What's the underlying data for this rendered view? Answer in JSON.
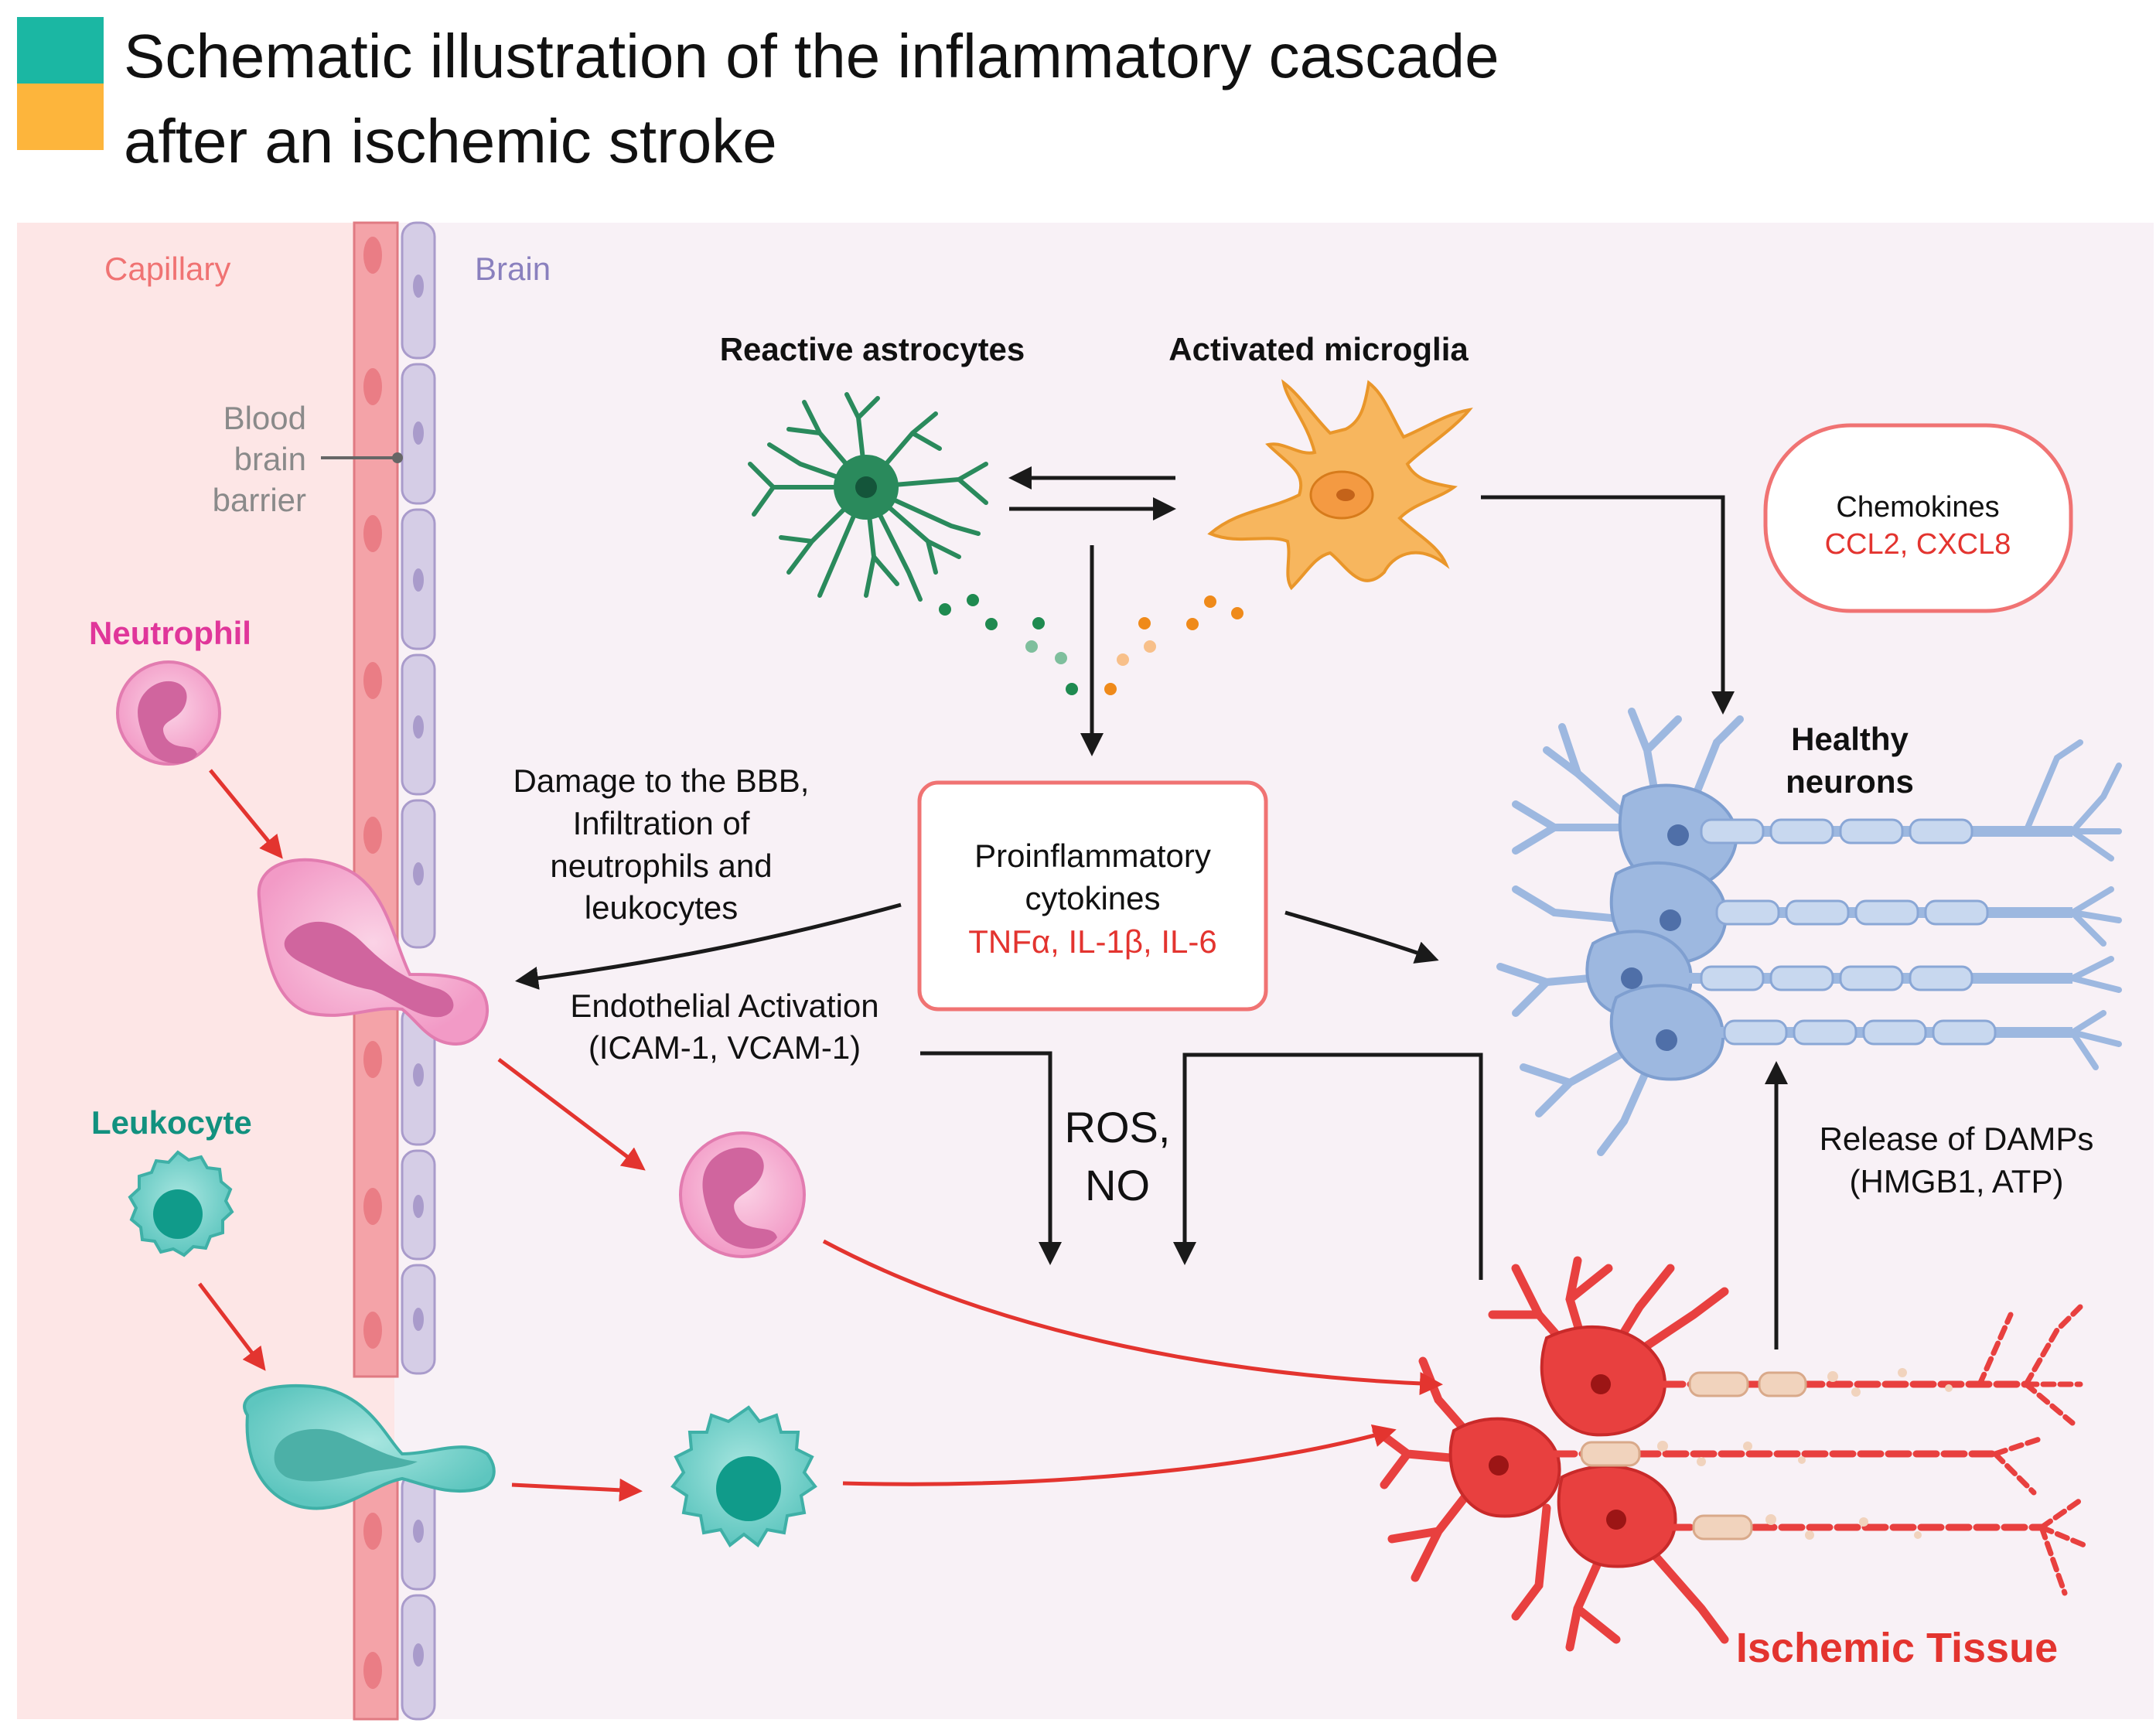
{
  "title": {
    "line1": "Schematic illustration of the inflammatory cascade",
    "line2": "after an ischemic stroke"
  },
  "colors": {
    "title_teal": "#1bb7a3",
    "title_orange": "#fdb53c",
    "capillary_bg": "#fde6e6",
    "brain_bg": "#f8f1f6",
    "endothelial": "#f4a3a8",
    "bbb_cell": "#d5cde6",
    "astrocyte": "#2a8a5c",
    "microglia": "#f7b65e",
    "neutrophil": "#f4a8cf",
    "leukocyte": "#6fcfc8",
    "neuron_healthy": "#9db8e0",
    "neuron_ischemic": "#e8403f",
    "text_red": "#e3342f",
    "text_pink": "#e0369a",
    "text_teal": "#12917f",
    "text_purple": "#8a80be",
    "text_coral": "#f07373",
    "arrow_dark": "#1a1a1a"
  },
  "regions": {
    "capillary": "Capillary",
    "brain": "Brain"
  },
  "bbb_label": [
    "Blood",
    "brain",
    "barrier"
  ],
  "cells": {
    "neutrophil": "Neutrophil",
    "leukocyte": "Leukocyte",
    "astrocytes": "Reactive astrocytes",
    "microglia": "Activated microglia",
    "healthy_neurons": [
      "Healthy",
      "neurons"
    ],
    "ischemic_tissue": "Ischemic Tissue"
  },
  "chemokines": {
    "title": "Chemokines",
    "items": "CCL2, CXCL8"
  },
  "cytokines": {
    "line1": "Proinflammatory",
    "line2": "cytokines",
    "items": "TNFα, IL-1β, IL-6"
  },
  "damage": [
    "Damage to the BBB,",
    "Infiltration of",
    "neutrophils and",
    "leukocytes"
  ],
  "endothelial": [
    "Endothelial Activation",
    "(ICAM-1, VCAM-1)"
  ],
  "ros": [
    "ROS,",
    "NO"
  ],
  "damps": [
    "Release of DAMPs",
    "(HMGB1, ATP)"
  ]
}
